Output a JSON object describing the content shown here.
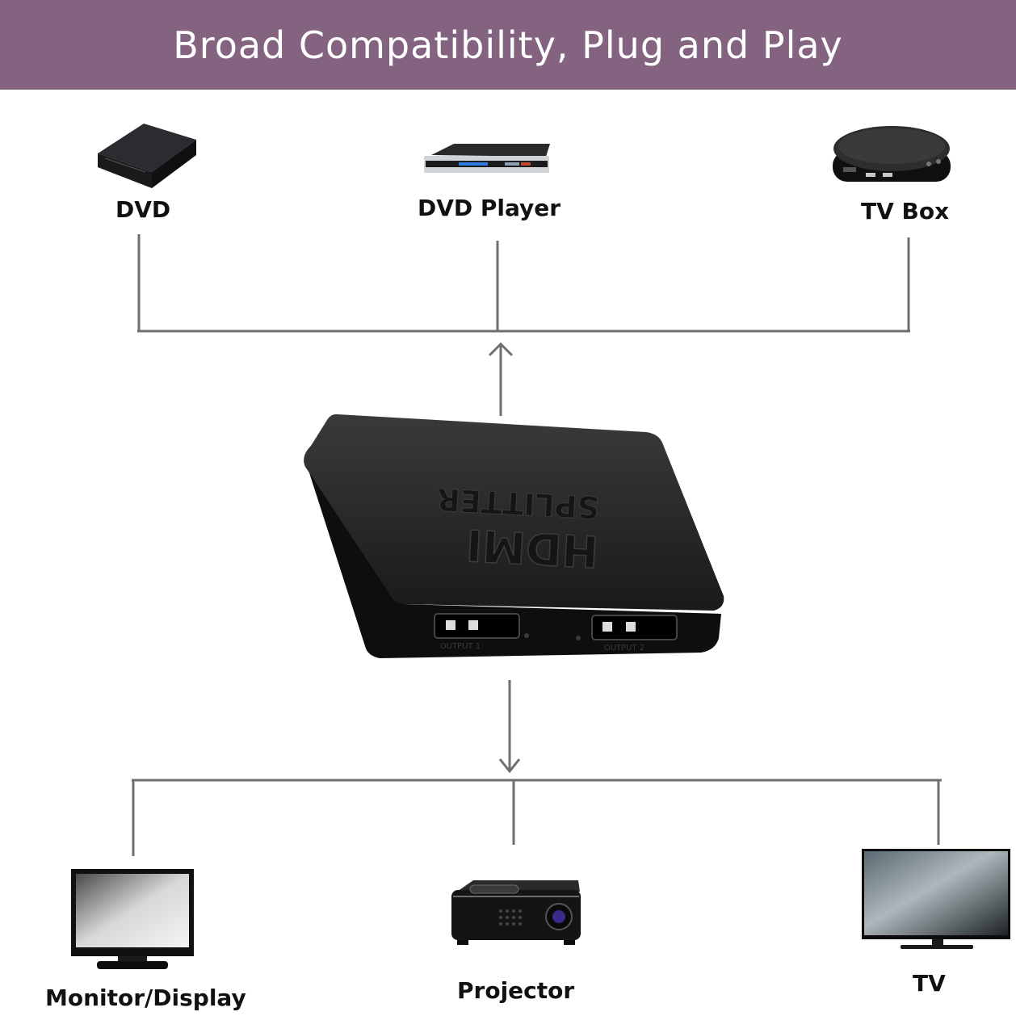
{
  "banner": {
    "title": "Broad Compatibility, Plug and Play",
    "background": "#846381"
  },
  "sources": [
    {
      "label": "DVD",
      "icon": "external-dvd-drive-icon"
    },
    {
      "label": "DVD Player",
      "icon": "dvd-player-icon"
    },
    {
      "label": "TV Box",
      "icon": "tv-box-icon"
    }
  ],
  "device": {
    "brand_text": "HDMI",
    "model_text": "SPLITTER",
    "port1_text": "OUTPUT 1",
    "port2_text": "OUTPUT 2",
    "icon": "hdmi-splitter-icon"
  },
  "outputs": [
    {
      "label": "Monitor/Display",
      "icon": "monitor-icon"
    },
    {
      "label": "Projector",
      "icon": "projector-icon"
    },
    {
      "label": "TV",
      "icon": "tv-icon"
    }
  ],
  "colors": {
    "connector": "#6f6f6f",
    "device": "#1b1b1b"
  }
}
